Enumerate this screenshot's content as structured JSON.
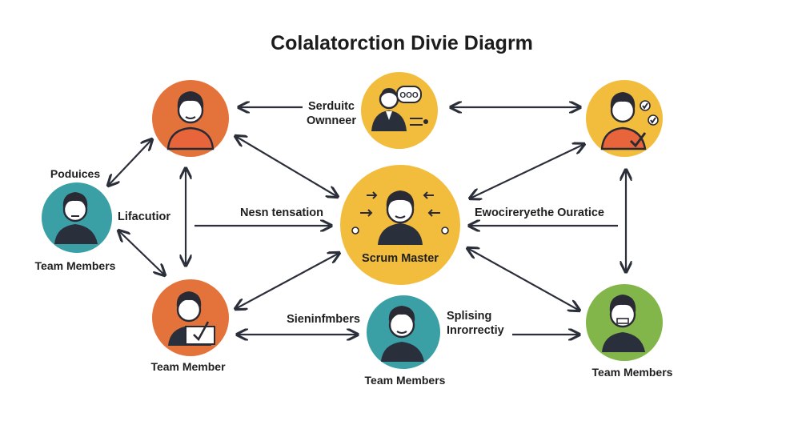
{
  "title": "Colalatorction Divie Diagrm",
  "nodes": {
    "top_left": {
      "color": "#e4733b"
    },
    "product_owner": {
      "color": "#f2bc3d",
      "label_line1": "Serduitc",
      "label_line2": "Ownneer",
      "speech": "OOO"
    },
    "top_right": {
      "color": "#f2bc3d"
    },
    "left_team": {
      "color": "#3aa0a6",
      "label": "Team Members",
      "label_above": "Poduices"
    },
    "scrum_master": {
      "color": "#f2bc3d",
      "label": "Scrum Master"
    },
    "bottom_left": {
      "color": "#e4733b",
      "label": "Team Member"
    },
    "bottom_center": {
      "color": "#3aa0a6",
      "label": "Team Members"
    },
    "bottom_right": {
      "color": "#82b54a",
      "label": "Team Members"
    }
  },
  "edge_labels": {
    "lifaction": "Lifacutior",
    "mid_left": "Nesn tensation",
    "mid_right": "Ewocireryethe Ouratice",
    "bottom_left": "Sieninfmbers",
    "bottom_right_line1": "Splising",
    "bottom_right_line2": "Inrorrectiy"
  }
}
